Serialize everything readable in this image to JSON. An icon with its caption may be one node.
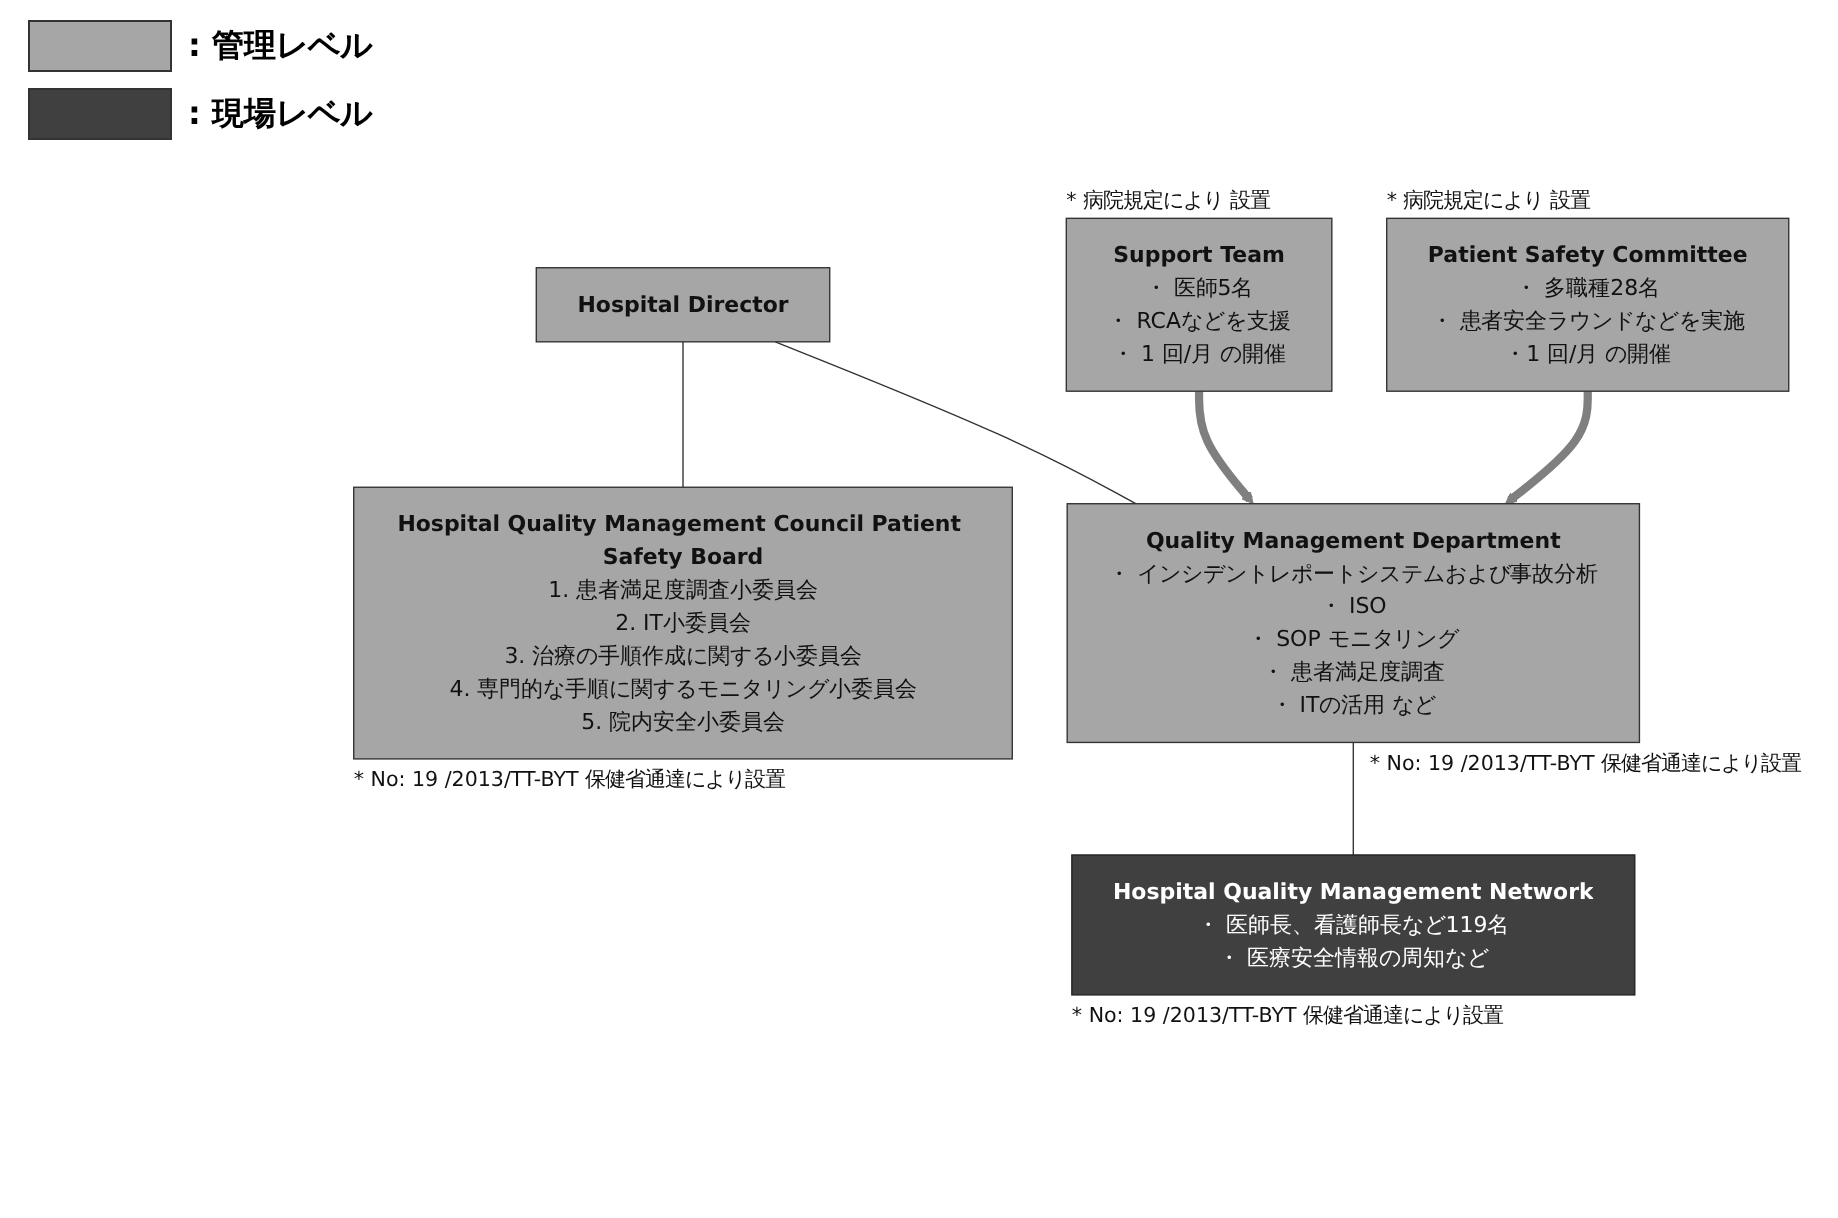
{
  "diagram": {
    "nodes": [
      {
        "text": [
          "Hospital Director"
        ]
      },
      {
        "text": [
          "Hospital Quality Management Council Patient Safety Board",
          "1. 患者満足度調査小委員会",
          "2. IT小委員会",
          "3. 治療の手順作成に関する小委員会",
          "4. 専門的な手順に関するモニタリング小委員会",
          "5. 院内安全小委員会"
        ],
        "beside": [
          "* No: 19 /2013/TT-BYT 保健省通達により設置"
        ]
      },
      {
        "text": [
          "Support Team",
          "・ 医師5名",
          "・ RCAなどを支援",
          "・ 1 回/月 の開催"
        ],
        "beside": [
          "* 病院規定により 設置"
        ]
      },
      {
        "text": [
          "Quality Management Department",
          "・ インシデントレポートシステムおよび事故分析",
          "・ ISO",
          "・ SOP モニタリング",
          "・ 患者満足度調査",
          "・ ITの活用 など"
        ],
        "beside": [
          "* No: 19 /2013/TT-BYT 保健省通達により設置"
        ]
      },
      {
        "text": [
          "Patient Safety Committee",
          "・ 多職種28名",
          "・ 患者安全ラウンドなどを実施",
          "・1 回/月 の開催"
        ],
        "beside": [
          "* 病院規定により 設置"
        ]
      },
      {
        "text": [
          "Hospital Quality Management Network",
          "・ 医師長、看護師長など119名",
          "・ 医療安全情報の周知など"
        ],
        "beside": [
          "* No: 19 /2013/TT-BYT 保健省通達により設置"
        ]
      }
    ],
    "edges": [
      {
        "from": 0,
        "to": 3,
        "arrow": "none"
      },
      {
        "from": 0,
        "to": 1,
        "arrow": "none"
      },
      {
        "from": 2,
        "to": 3,
        "arrow": "to",
        "style": "thick",
        "color": "#7f7f7f"
      },
      {
        "from": 4,
        "to": 3,
        "arrow": "to",
        "style": "thick",
        "color": "#7f7f7f"
      },
      {
        "from": 3,
        "to": 5,
        "arrow": "none"
      }
    ],
    "legend": [
      {
        "text": ": 管理レベル",
        "color": "#a6a6a6"
      },
      {
        "text": ": 現場レベル",
        "color": "#404040"
      }
    ]
  }
}
